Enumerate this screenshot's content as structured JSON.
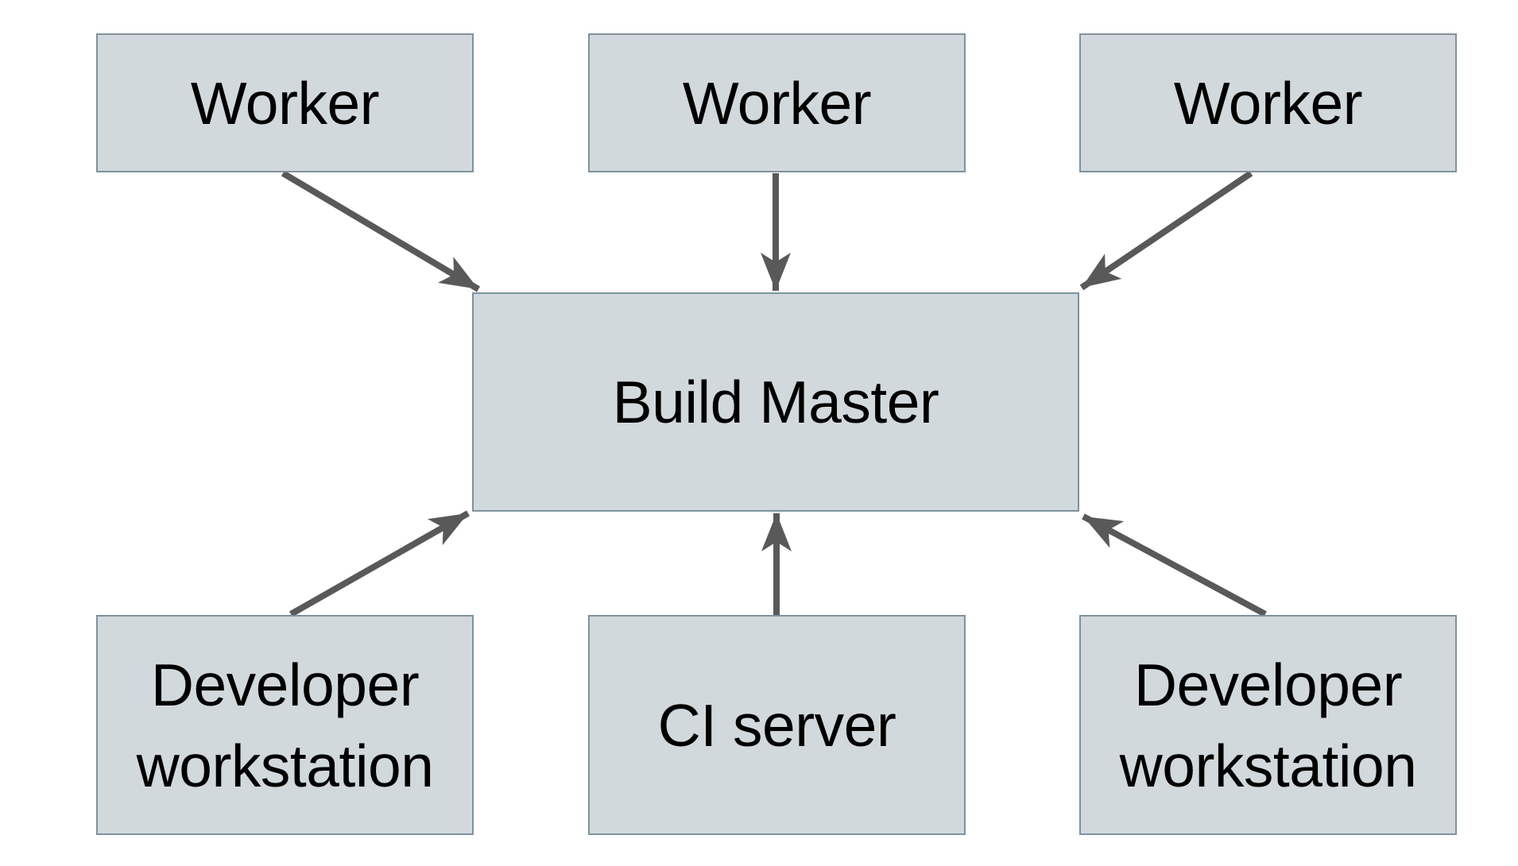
{
  "diagram": {
    "background_color": "#ffffff",
    "colors": {
      "node_fill": "#d2d9dc",
      "node_border": "#7e939e",
      "arrow": "#595959",
      "text": "#000000"
    },
    "nodes": [
      {
        "id": "worker-1",
        "label": "Worker"
      },
      {
        "id": "worker-2",
        "label": "Worker"
      },
      {
        "id": "worker-3",
        "label": "Worker"
      },
      {
        "id": "build-master",
        "label": "Build Master"
      },
      {
        "id": "developer-workstation-left",
        "label": "Developer workstation"
      },
      {
        "id": "ci-server",
        "label": "CI server"
      },
      {
        "id": "developer-workstation-right",
        "label": "Developer workstation"
      }
    ],
    "edges": [
      {
        "from": "worker-1",
        "to": "build-master"
      },
      {
        "from": "worker-2",
        "to": "build-master"
      },
      {
        "from": "worker-3",
        "to": "build-master"
      },
      {
        "from": "developer-workstation-left",
        "to": "build-master"
      },
      {
        "from": "ci-server",
        "to": "build-master"
      },
      {
        "from": "developer-workstation-right",
        "to": "build-master"
      }
    ]
  }
}
